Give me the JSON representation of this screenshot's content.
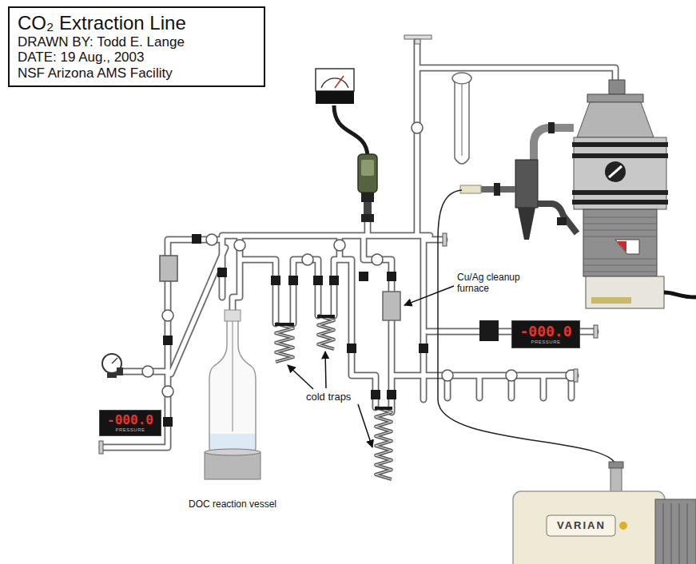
{
  "diagram": {
    "nodes": [
      {
        "text": [
          "CO₂ Extraction Line",
          "DRAWN BY: Todd E. Lange",
          "DATE: 19 Aug., 2003",
          "NSF Arizona AMS Facility"
        ]
      },
      {
        "text": [
          "-000.0",
          "PRESSURE"
        ]
      },
      {
        "text": [
          "-000.0",
          "PRESSURE"
        ]
      }
    ],
    "labels": [
      "Cu/Ag cleanup furnace",
      "cold traps",
      "DOC reaction vessel",
      "VARIAN"
    ]
  }
}
